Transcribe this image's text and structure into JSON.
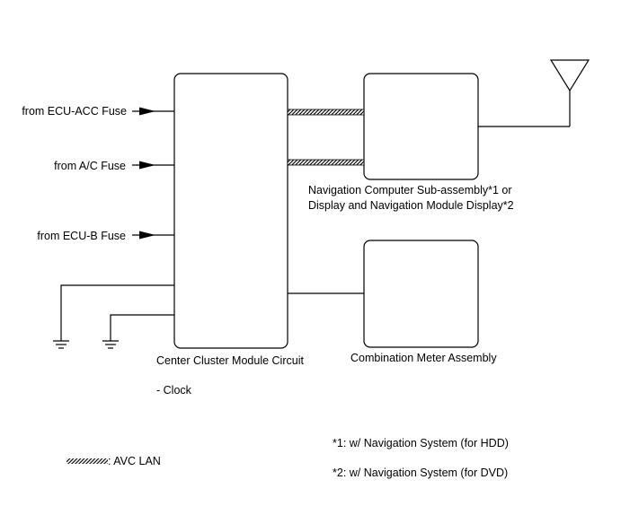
{
  "inputs": {
    "ecu_acc": "from ECU-ACC Fuse",
    "ac": "from A/C Fuse",
    "ecu_b": "from ECU-B Fuse"
  },
  "center_cluster": {
    "label": "Center Cluster Module Circuit",
    "sub_label": "- Clock"
  },
  "navigation": {
    "label_line1": "Navigation Computer Sub-assembly*1 or",
    "label_line2": "Display and Navigation Module Display*2"
  },
  "combination_meter": {
    "label": "Combination Meter Assembly"
  },
  "legend": {
    "avc_lan": ": AVC LAN"
  },
  "notes": {
    "note1": "*1: w/ Navigation System (for HDD)",
    "note2": "*2: w/ Navigation System (for DVD)"
  }
}
